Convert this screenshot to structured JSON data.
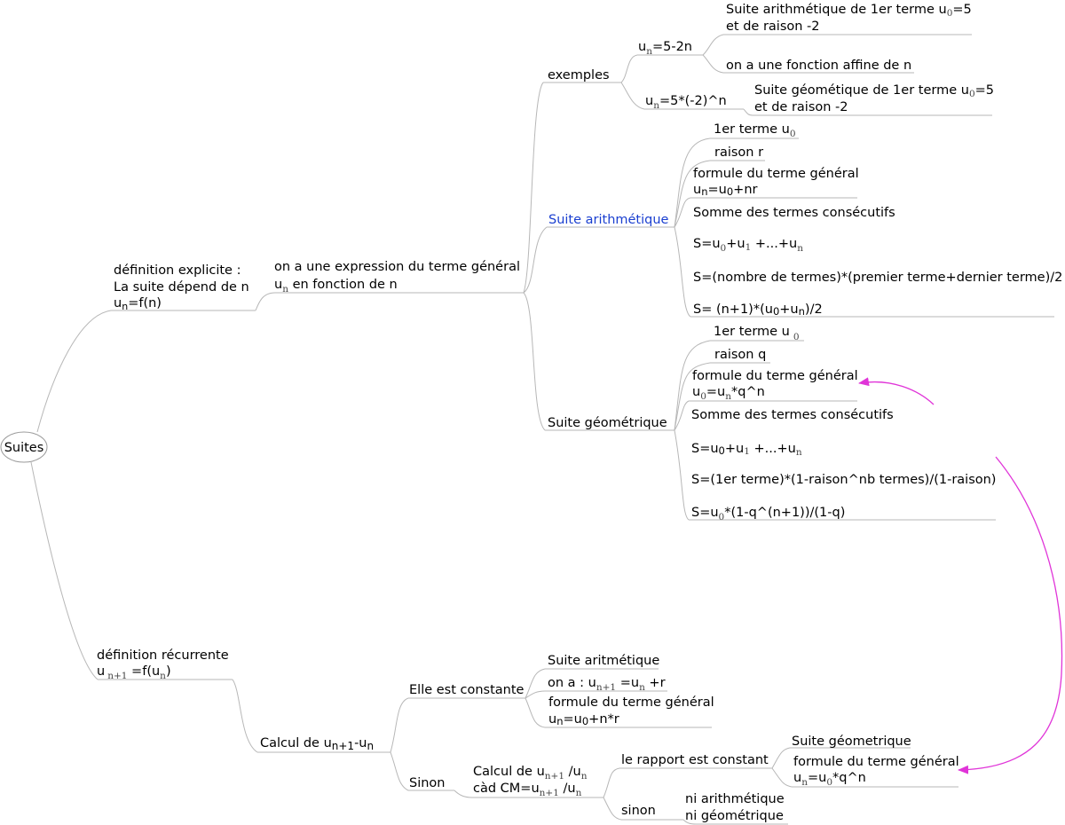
{
  "root": "Suites",
  "explicit": {
    "title": [
      "définition explicite :",
      "La suite dépend de n"
    ],
    "formula": "u",
    "formula_sub": "n",
    "formula_rest": "=f(n)",
    "expression": {
      "line1": "on a une expression du terme général",
      "u": "u",
      "sub": "n",
      "rest": " en fonction de n"
    },
    "examples": {
      "label": "exemples",
      "ex1": {
        "u": "u",
        "sub": "n",
        "rest": "=5-2n",
        "c1_line1": "Suite arithmétique de 1er terme u",
        "c1_sub": "0",
        "c1_end": "=5",
        "c1_line2": "et de raison -2",
        "c2": "on a une fonction affine de n"
      },
      "ex2": {
        "u": "u",
        "sub": "n",
        "rest": "=5*(-2)^n",
        "c1_line1": "Suite géométique de 1er terme u",
        "c1_sub": "0",
        "c1_end": "=5",
        "c1_line2": "et de raison -2"
      }
    },
    "arith": {
      "label": "Suite arithmétique",
      "first": "1er terme u",
      "first_sub": "0",
      "raison": "raison r",
      "formula_title": "formule du terme général",
      "formula": [
        "u",
        "n",
        "=u",
        "0",
        "+nr"
      ],
      "sum_title": "Somme des termes consécutifs",
      "sum1": [
        "S=u",
        "0",
        "+u",
        "1",
        " +...+u",
        "n"
      ],
      "sum2": "S=(nombre de termes)*(premier terme+dernier terme)/2",
      "sum3": [
        "S= (n+1)*(u",
        "0",
        "+u",
        "n",
        ")/2"
      ]
    },
    "geo": {
      "label": "Suite géométrique",
      "first": "1er terme u",
      "first_sub": "0",
      "raison": "raison q",
      "formula_title": "formule du terme général",
      "formula": [
        "u",
        "0",
        "=u",
        "n",
        "*q^n"
      ],
      "sum_title": "Somme des termes consécutifs",
      "sum1": [
        "S=u",
        "0",
        "+u",
        "1",
        " +...+u",
        "n"
      ],
      "sum2": "S=(1er terme)*(1-raison^nb termes)/(1-raison)",
      "sum3": [
        "S=u",
        "0",
        "*(1-q^(n+1))/(1-q)"
      ]
    }
  },
  "recurrent": {
    "title": "définition récurrente",
    "formula": [
      "u",
      "n+1",
      " =f(u",
      "n",
      ")"
    ],
    "calc": [
      "Calcul de u",
      "n+1",
      "-u",
      "n"
    ],
    "constant": {
      "label": "Elle est constante",
      "c1": "Suite aritmétique",
      "c2": [
        "on a : u",
        "n+1",
        " =u",
        "n",
        " +r"
      ],
      "c3_title": "formule du terme général",
      "c3": [
        "u",
        "n",
        "=u",
        "0",
        "+n*r"
      ]
    },
    "sinon": {
      "label": "Sinon",
      "calc1": [
        "Calcul de u",
        "n+1",
        " /u",
        "n"
      ],
      "calc2": [
        "càd CM=u",
        "n+1",
        " /u",
        "n"
      ],
      "ratio": {
        "label": "le rapport est constant",
        "c1": "Suite géometrique",
        "c2_title": "formule du terme général",
        "c2": [
          "u",
          "n",
          "=u",
          "0",
          "*q^n"
        ]
      },
      "other": {
        "label": "sinon",
        "line1": "ni arithmétique",
        "line2": "ni géométrique"
      }
    }
  },
  "arrow_color": "#e034d8"
}
